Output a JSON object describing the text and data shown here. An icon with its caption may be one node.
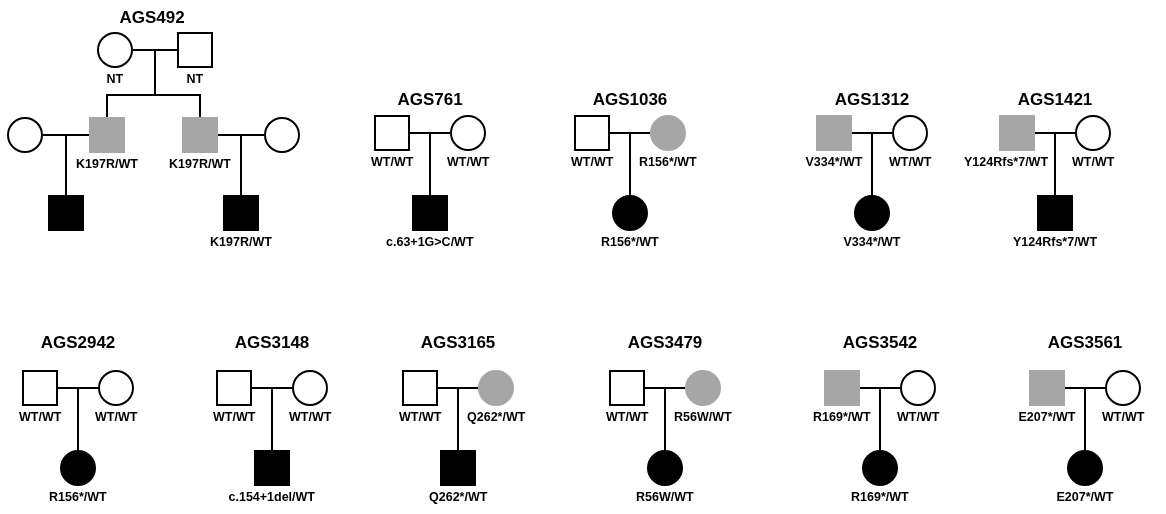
{
  "diagram": {
    "nodes": [
      {
        "text": [],
        "shape": "circle",
        "beside": [
          "NT"
        ]
      },
      {
        "text": [],
        "shape": "square",
        "beside": [
          "NT"
        ]
      },
      {
        "text": [],
        "shape": "circle"
      },
      {
        "text": [],
        "shape": "square",
        "beside": [
          "K197R/WT"
        ]
      },
      {
        "text": [],
        "shape": "square",
        "beside": [
          "K197R/WT"
        ]
      },
      {
        "text": [],
        "shape": "circle"
      },
      {
        "text": [],
        "shape": "square"
      },
      {
        "text": [],
        "shape": "square",
        "beside": [
          "K197R/WT"
        ]
      },
      {
        "text": [],
        "shape": "square",
        "beside": [
          "WT/WT"
        ]
      },
      {
        "text": [],
        "shape": "circle",
        "beside": [
          "WT/WT"
        ]
      },
      {
        "text": [],
        "shape": "square",
        "beside": [
          "c.63+1G>C/WT"
        ]
      },
      {
        "text": [],
        "shape": "square",
        "beside": [
          "WT/WT"
        ]
      },
      {
        "text": [],
        "shape": "circle",
        "beside": [
          "R156*/WT"
        ]
      },
      {
        "text": [],
        "shape": "circle",
        "beside": [
          "R156*/WT"
        ]
      },
      {
        "text": [],
        "shape": "square",
        "beside": [
          "V334*/WT"
        ]
      },
      {
        "text": [],
        "shape": "circle",
        "beside": [
          "WT/WT"
        ]
      },
      {
        "text": [],
        "shape": "circle",
        "beside": [
          "V334*/WT"
        ]
      },
      {
        "text": [],
        "shape": "square",
        "beside": [
          "Y124Rfs*7/WT"
        ]
      },
      {
        "text": [],
        "shape": "circle",
        "beside": [
          "WT/WT"
        ]
      },
      {
        "text": [],
        "shape": "square",
        "beside": [
          "Y124Rfs*7/WT"
        ]
      },
      {
        "text": [],
        "shape": "square",
        "beside": [
          "WT/WT"
        ]
      },
      {
        "text": [],
        "shape": "circle",
        "beside": [
          "WT/WT"
        ]
      },
      {
        "text": [],
        "shape": "circle",
        "beside": [
          "R156*/WT"
        ]
      },
      {
        "text": [],
        "shape": "square",
        "beside": [
          "WT/WT"
        ]
      },
      {
        "text": [],
        "shape": "circle",
        "beside": [
          "WT/WT"
        ]
      },
      {
        "text": [],
        "shape": "square",
        "beside": [
          "c.154+1del/WT"
        ]
      },
      {
        "text": [],
        "shape": "square",
        "beside": [
          "WT/WT"
        ]
      },
      {
        "text": [],
        "shape": "circle",
        "beside": [
          "Q262*/WT"
        ]
      },
      {
        "text": [],
        "shape": "square",
        "beside": [
          "Q262*/WT"
        ]
      },
      {
        "text": [],
        "shape": "square",
        "beside": [
          "WT/WT"
        ]
      },
      {
        "text": [],
        "shape": "circle",
        "beside": [
          "R56W/WT"
        ]
      },
      {
        "text": [],
        "shape": "circle",
        "beside": [
          "R56W/WT"
        ]
      },
      {
        "text": [],
        "shape": "square",
        "beside": [
          "R169*/WT"
        ]
      },
      {
        "text": [],
        "shape": "circle",
        "beside": [
          "WT/WT"
        ]
      },
      {
        "text": [],
        "shape": "circle",
        "beside": [
          "R169*/WT"
        ]
      },
      {
        "text": [],
        "shape": "square",
        "beside": [
          "E207*/WT"
        ]
      },
      {
        "text": [],
        "shape": "circle",
        "beside": [
          "WT/WT"
        ]
      },
      {
        "text": [],
        "shape": "circle",
        "beside": [
          "E207*/WT"
        ]
      }
    ],
    "edges": [
      {
        "from": 0,
        "to": 1,
        "arrow": "none"
      },
      {
        "from": 0,
        "to": 3,
        "arrow": "none"
      },
      {
        "from": 1,
        "to": 3,
        "arrow": "none"
      },
      {
        "from": 0,
        "to": 4,
        "arrow": "none"
      },
      {
        "from": 1,
        "to": 4,
        "arrow": "none"
      },
      {
        "from": 2,
        "to": 3,
        "arrow": "none"
      },
      {
        "from": 2,
        "to": 6,
        "arrow": "none"
      },
      {
        "from": 3,
        "to": 6,
        "arrow": "none"
      },
      {
        "from": 4,
        "to": 5,
        "arrow": "none"
      },
      {
        "from": 4,
        "to": 7,
        "arrow": "none"
      },
      {
        "from": 5,
        "to": 7,
        "arrow": "none"
      },
      {
        "from": 8,
        "to": 9,
        "arrow": "none"
      },
      {
        "from": 8,
        "to": 10,
        "arrow": "none"
      },
      {
        "from": 9,
        "to": 10,
        "arrow": "none"
      },
      {
        "from": 11,
        "to": 12,
        "arrow": "none"
      },
      {
        "from": 11,
        "to": 13,
        "arrow": "none"
      },
      {
        "from": 12,
        "to": 13,
        "arrow": "none"
      },
      {
        "from": 14,
        "to": 15,
        "arrow": "none"
      },
      {
        "from": 14,
        "to": 16,
        "arrow": "none"
      },
      {
        "from": 15,
        "to": 16,
        "arrow": "none"
      },
      {
        "from": 17,
        "to": 18,
        "arrow": "none"
      },
      {
        "from": 17,
        "to": 19,
        "arrow": "none"
      },
      {
        "from": 18,
        "to": 19,
        "arrow": "none"
      },
      {
        "from": 20,
        "to": 21,
        "arrow": "none"
      },
      {
        "from": 20,
        "to": 22,
        "arrow": "none"
      },
      {
        "from": 21,
        "to": 22,
        "arrow": "none"
      },
      {
        "from": 23,
        "to": 24,
        "arrow": "none"
      },
      {
        "from": 23,
        "to": 25,
        "arrow": "none"
      },
      {
        "from": 24,
        "to": 25,
        "arrow": "none"
      },
      {
        "from": 26,
        "to": 27,
        "arrow": "none"
      },
      {
        "from": 26,
        "to": 28,
        "arrow": "none"
      },
      {
        "from": 27,
        "to": 28,
        "arrow": "none"
      },
      {
        "from": 29,
        "to": 30,
        "arrow": "none"
      },
      {
        "from": 29,
        "to": 31,
        "arrow": "none"
      },
      {
        "from": 30,
        "to": 31,
        "arrow": "none"
      },
      {
        "from": 32,
        "to": 33,
        "arrow": "none"
      },
      {
        "from": 32,
        "to": 34,
        "arrow": "none"
      },
      {
        "from": 33,
        "to": 34,
        "arrow": "none"
      },
      {
        "from": 35,
        "to": 36,
        "arrow": "none"
      },
      {
        "from": 35,
        "to": 37,
        "arrow": "none"
      },
      {
        "from": 36,
        "to": 37,
        "arrow": "none"
      }
    ],
    "labels": [
      "AGS492",
      "AGS761",
      "AGS1036",
      "AGS1312",
      "AGS1421",
      "AGS2942",
      "AGS3148",
      "AGS3165",
      "AGS3479",
      "AGS3542",
      "AGS3561"
    ]
  }
}
